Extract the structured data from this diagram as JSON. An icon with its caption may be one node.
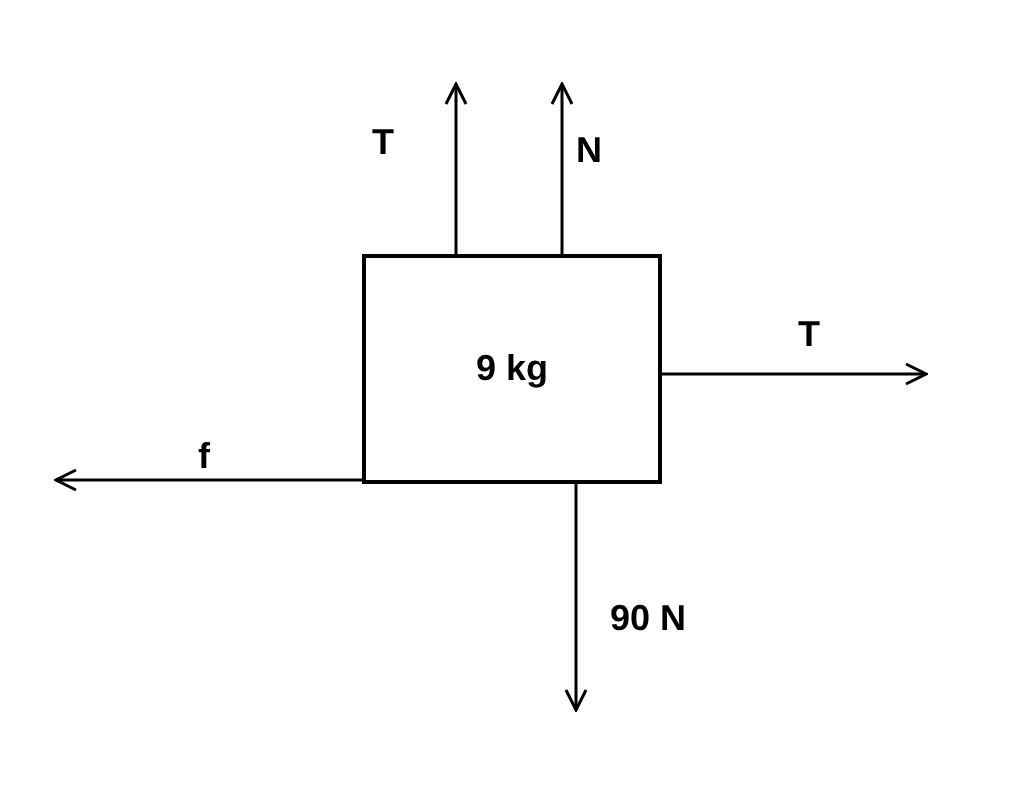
{
  "diagram": {
    "nodes": [
      {
        "text": [
          "9 kg"
        ]
      }
    ],
    "labels": [
      "T",
      "N",
      "T",
      "f",
      "90 N"
    ]
  }
}
